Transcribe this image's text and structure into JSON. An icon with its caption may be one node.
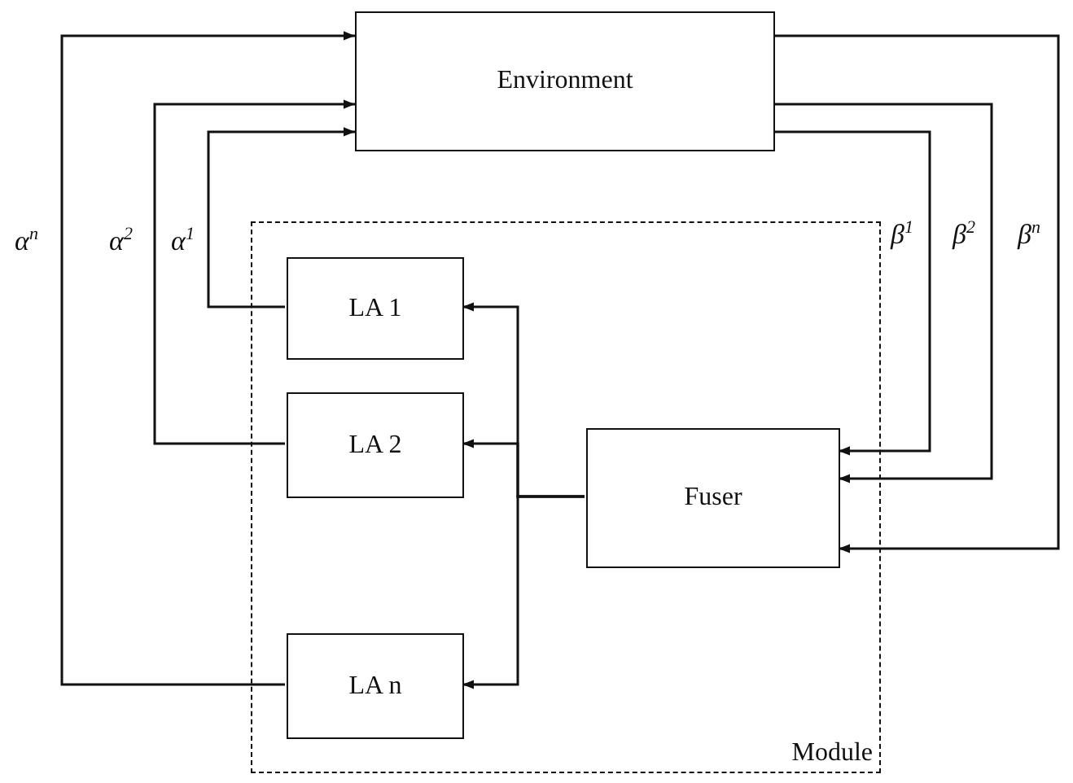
{
  "diagram": {
    "nodes": [
      {
        "text": [
          "Environment"
        ]
      },
      {
        "text": [
          "Module"
        ]
      },
      {
        "text": [
          "LA 1"
        ],
        "in": 1
      },
      {
        "text": [
          "LA 2"
        ],
        "in": 1
      },
      {
        "text": [
          "LA n"
        ],
        "in": 1
      },
      {
        "text": [
          "Fuser"
        ],
        "in": 1
      }
    ],
    "edges": [
      {
        "from": 2,
        "to": 0,
        "arrow": "to",
        "label": "α$^{1}$"
      },
      {
        "from": 3,
        "to": 0,
        "arrow": "to",
        "label": "α$^{2}$"
      },
      {
        "from": 4,
        "to": 0,
        "arrow": "to",
        "label": "α$^{n}$"
      },
      {
        "from": 0,
        "to": 5,
        "arrow": "to",
        "label": "β$^{1}$"
      },
      {
        "from": 0,
        "to": 5,
        "arrow": "to",
        "label": "β$^{2}$"
      },
      {
        "from": 0,
        "to": 5,
        "arrow": "to",
        "label": "β$^{n}$"
      },
      {
        "from": 5,
        "to": 2,
        "arrow": "to"
      },
      {
        "from": 5,
        "to": 3,
        "arrow": "to"
      },
      {
        "from": 5,
        "to": 4,
        "arrow": "to"
      }
    ]
  }
}
